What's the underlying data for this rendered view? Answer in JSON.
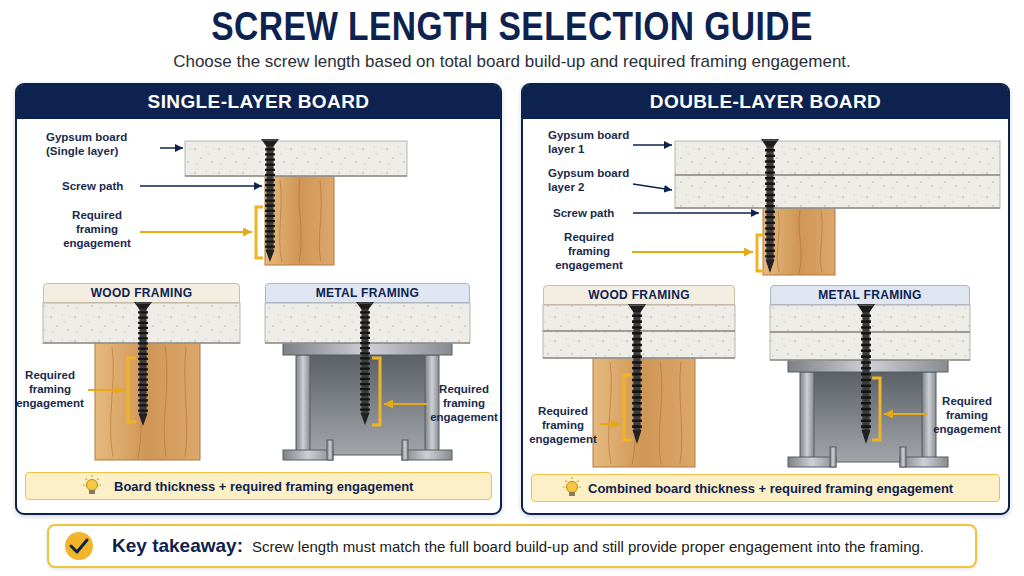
{
  "diagram": {
    "title": "SCREW LENGTH SELECTION GUIDE",
    "caption": "Choose the screw length based on total board build-up and required framing engagement.",
    "nodes": [
      {
        "text": [
          "SINGLE-LAYER BOARD"
        ]
      },
      {
        "text": [
          "WOOD FRAMING"
        ],
        "in": 0
      },
      {
        "text": [
          "METAL FRAMING"
        ],
        "in": 0
      },
      {
        "text": [
          "Board thickness + required framing engagement"
        ],
        "in": 0
      },
      {
        "text": [
          "DOUBLE-LAYER BOARD"
        ]
      },
      {
        "text": [
          "WOOD FRAMING"
        ],
        "in": 4
      },
      {
        "text": [
          "METAL FRAMING"
        ],
        "in": 4
      },
      {
        "text": [
          "Combined board thickness + required framing engagement"
        ],
        "in": 4
      },
      {
        "text": [
          "Key takeaway:",
          "Screw length must match the full board build-up and still provide proper engagement into the framing."
        ]
      }
    ],
    "labels": [
      "Gypsum board (Single layer)",
      "Screw path",
      "Required framing engagement",
      "Required framing engagement",
      "Required framing engagement",
      "Gypsum board layer 1",
      "Gypsum board layer 2",
      "Screw path",
      "Required framing engagement",
      "Required framing engagement",
      "Required framing engagement"
    ]
  }
}
